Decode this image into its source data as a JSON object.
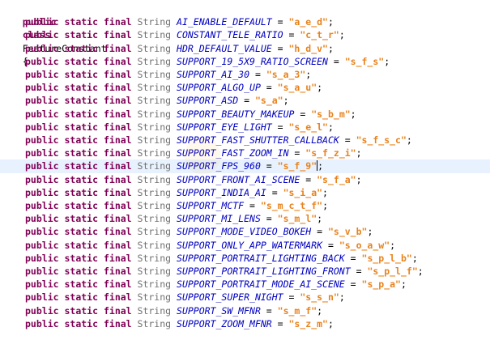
{
  "editor": {
    "class_declaration": {
      "keyword_public": "public",
      "keyword_class": "class",
      "class_name": "FeatureConstant",
      "brace": "{"
    },
    "field_modifiers": {
      "public": "public",
      "static": "static",
      "final": "final",
      "type": "String"
    },
    "current_line_index": 12,
    "fields": [
      {
        "name": "AI_ENABLE_DEFAULT",
        "value": "\"a_e_d\""
      },
      {
        "name": "CONSTANT_TELE_RATIO",
        "value": "\"c_t_r\""
      },
      {
        "name": "HDR_DEFAULT_VALUE",
        "value": "\"h_d_v\""
      },
      {
        "name": "SUPPORT_19_5X9_RATIO_SCREEN",
        "value": "\"s_f_s\""
      },
      {
        "name": "SUPPORT_AI_30",
        "value": "\"s_a_3\""
      },
      {
        "name": "SUPPORT_ALGO_UP",
        "value": "\"s_a_u\""
      },
      {
        "name": "SUPPORT_ASD",
        "value": "\"s_a\""
      },
      {
        "name": "SUPPORT_BEAUTY_MAKEUP",
        "value": "\"s_b_m\""
      },
      {
        "name": "SUPPORT_EYE_LIGHT",
        "value": "\"s_e_l\""
      },
      {
        "name": "SUPPORT_FAST_SHUTTER_CALLBACK",
        "value": "\"s_f_s_c\""
      },
      {
        "name": "SUPPORT_FAST_ZOOM_IN",
        "value": "\"s_f_z_i\""
      },
      {
        "name": "SUPPORT_FPS_960",
        "value": "\"s_f_9\""
      },
      {
        "name": "SUPPORT_FRONT_AI_SCENE",
        "value": "\"s_f_a\""
      },
      {
        "name": "SUPPORT_INDIA_AI",
        "value": "\"s_i_a\""
      },
      {
        "name": "SUPPORT_MCTF",
        "value": "\"s_m_c_t_f\""
      },
      {
        "name": "SUPPORT_MI_LENS",
        "value": "\"s_m_l\""
      },
      {
        "name": "SUPPORT_MODE_VIDEO_BOKEH",
        "value": "\"s_v_b\""
      },
      {
        "name": "SUPPORT_ONLY_APP_WATERMARK",
        "value": "\"s_o_a_w\""
      },
      {
        "name": "SUPPORT_PORTRAIT_LIGHTING_BACK",
        "value": "\"s_p_l_b\""
      },
      {
        "name": "SUPPORT_PORTRAIT_LIGHTING_FRONT",
        "value": "\"s_p_l_f\""
      },
      {
        "name": "SUPPORT_PORTRAIT_MODE_AI_SCENE",
        "value": "\"s_p_a\""
      },
      {
        "name": "SUPPORT_SUPER_NIGHT",
        "value": "\"s_s_n\""
      },
      {
        "name": "SUPPORT_SW_MFNR",
        "value": "\"s_m_f\""
      },
      {
        "name": "SUPPORT_ZOOM_MFNR",
        "value": "\"s_z_m\""
      }
    ]
  },
  "colors": {
    "keyword": "#7f0055",
    "type": "#707070",
    "constant": "#0000c0",
    "string": "#e8821c",
    "current_line_highlight": "#e8f2fe"
  }
}
